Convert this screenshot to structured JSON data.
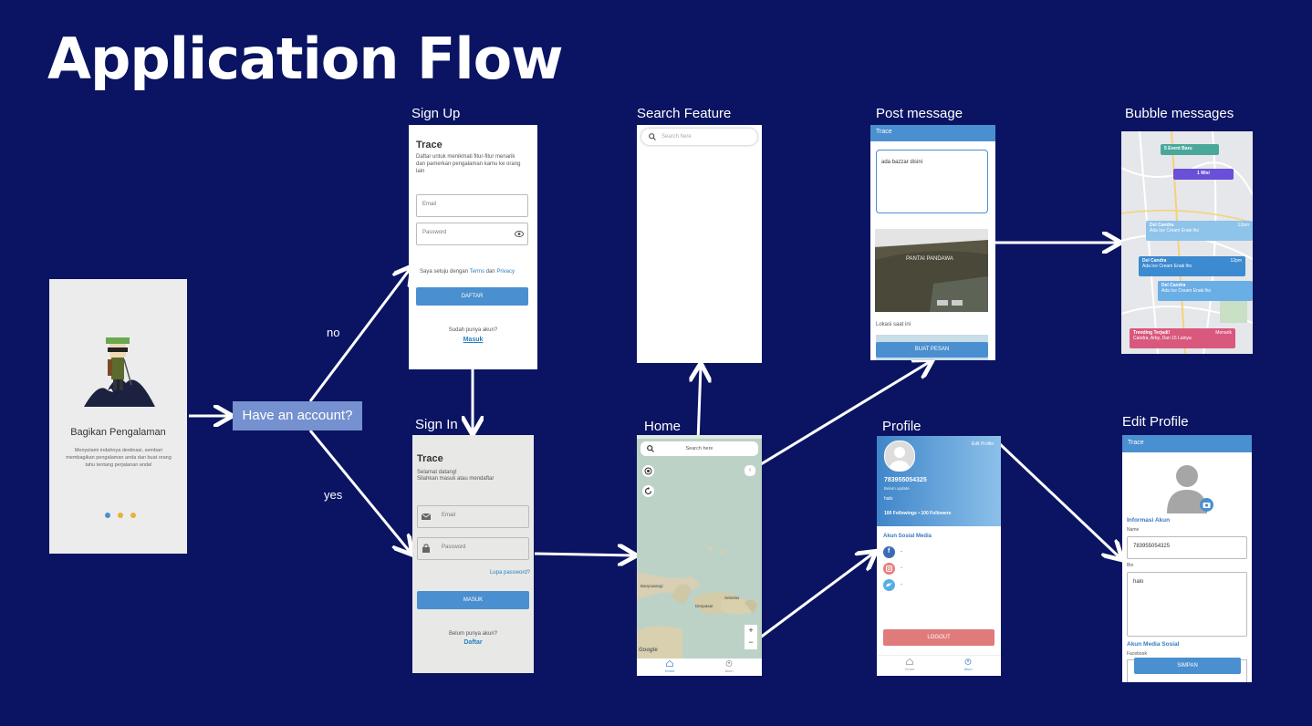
{
  "title": "Application Flow",
  "labels": {
    "signup": "Sign Up",
    "signin": "Sign In",
    "search": "Search Feature",
    "home": "Home",
    "post": "Post message",
    "profile": "Profile",
    "bubble": "Bubble messages",
    "edit": "Edit Profile"
  },
  "decision": {
    "text": "Have an account?",
    "no": "no",
    "yes": "yes"
  },
  "onboarding": {
    "heading": "Bagikan Pengalaman",
    "desc": "Menyelami indahnya destinasi, sembari membagikan pengalaman anda dan buat orang tahu tentang perjalanan anda!"
  },
  "signup": {
    "app": "Trace",
    "desc": "Daftar untuk menikmati fitur-fitur menarik dan pamerkan pengalaman kamu ke orang lain",
    "email": "Email",
    "password": "Password",
    "agree": "Saya setuju dengan",
    "terms": "Terms",
    "and": "dan",
    "privacy": "Privacy",
    "button": "DAFTAR",
    "have": "Sudah punya akun?",
    "login": "Masuk"
  },
  "signin": {
    "app": "Trace",
    "welcome": "Selamat datang!",
    "sub": "Silahkan masuk atau mendaftar",
    "email": "Email",
    "password": "Password",
    "forgot": "Lupa password?",
    "button": "MASUK",
    "noacc": "Belum punya akun?",
    "register": "Daftar"
  },
  "searchscreen": {
    "placeholder": "Search here"
  },
  "home": {
    "placeholder": "Search here",
    "nav_home": "Home",
    "nav_account": "Akun",
    "map_labels": [
      "Banyuwangi",
      "Denpasar",
      "Sebelas"
    ],
    "google": "Google",
    "zoom_in": "+",
    "zoom_out": "−"
  },
  "post": {
    "app": "Trace",
    "message": "ada bazzar disini",
    "photo_text": "PANTAI PANDAWA",
    "location": "Lokasi saat ini",
    "button": "BUAT PESAN"
  },
  "bubbles": {
    "items": [
      {
        "title": "5 Event Baru",
        "text": "",
        "time": "",
        "color": "#4aa89a"
      },
      {
        "title": "1 Misi",
        "text": "",
        "time": "",
        "color": "#6a4fd8"
      },
      {
        "title": "Del Candra",
        "text": "Ada Ice Cream Enak lho",
        "time": "12pm",
        "color": "#8ec3ea"
      },
      {
        "title": "Del Candra",
        "text": "Ada Ice Cream Enak lho",
        "time": "12pm",
        "color": "#3c8ad0"
      },
      {
        "title": "Del Candra",
        "text": "Ada Ice Cream Enak lho",
        "time": "",
        "color": "#6aaee6"
      },
      {
        "title": "Trending Terjadi!",
        "text": "Candra, Arby, Dan 15 Lainya",
        "time": "Menarik",
        "color": "#d9587e"
      }
    ]
  },
  "profile": {
    "edit": "Edit Profile",
    "id": "783955054325",
    "status": "Belum update",
    "name": "halo",
    "followings": "100 Followings",
    "followers": "100 Followers",
    "sep": "•",
    "social_title": "Akun Sosial Media",
    "social": [
      "-",
      "-",
      "-"
    ],
    "logout": "LOGOUT",
    "nav_home": "Home",
    "nav_account": "Akun"
  },
  "editprofile": {
    "app": "Trace",
    "info": "Informasi Akun",
    "name_label": "Name",
    "name_value": "783955054325",
    "bio_label": "Bio",
    "bio_value": "halo",
    "social": "Akun Media Sosial",
    "facebook": "Facebook",
    "button": "SIMPAN"
  },
  "onboarding_dots": [
    "#4a8fcf",
    "#e8b13a",
    "#e8b13a"
  ]
}
